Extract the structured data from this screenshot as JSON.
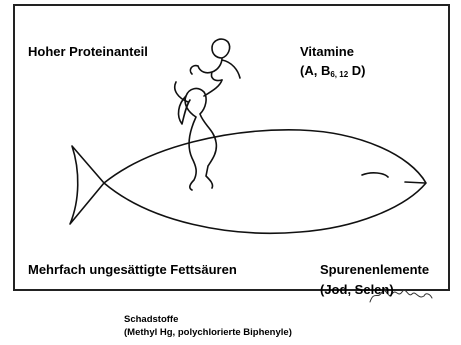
{
  "labels": {
    "protein": "Hoher Proteinanteil",
    "vitamins_title": "Vitamine",
    "vitamins_open": "(A, B",
    "vitamins_sub": "6, 12",
    "vitamins_close": " D)",
    "fatty_acids": "Mehrfach ungesättigte Fettsäuren",
    "trace_title": "Spurenenlemente",
    "trace_detail": "(Jod, Selen)",
    "pollutants_title": "Schadstoffe",
    "pollutants_detail": "(Methyl Hg, polychlorierte Biphenyle)"
  }
}
